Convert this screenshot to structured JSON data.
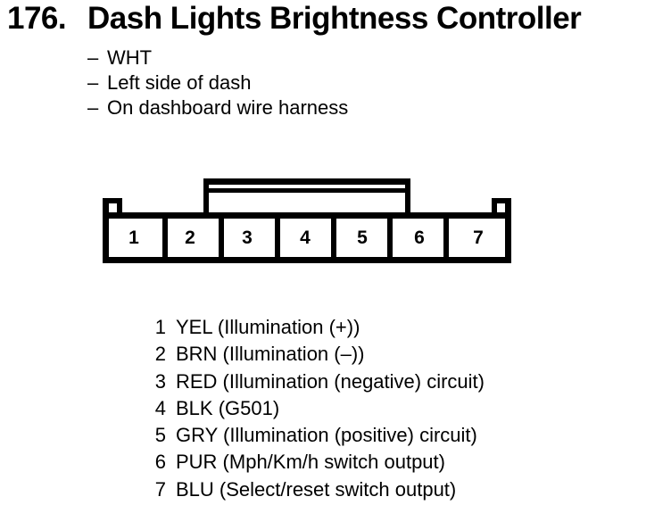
{
  "colors": {
    "ink": "#000000",
    "paper": "#ffffff"
  },
  "header": {
    "number": "176.",
    "title": "Dash Lights Brightness Controller"
  },
  "notes": [
    {
      "bullet": "–",
      "text": "WHT"
    },
    {
      "bullet": "–",
      "text": "Left side of dash"
    },
    {
      "bullet": "–",
      "text": "On dashboard wire harness"
    }
  ],
  "connector": {
    "description": "7-cavity connector, front view, latch on top",
    "pins": [
      "1",
      "2",
      "3",
      "4",
      "5",
      "6",
      "7"
    ]
  },
  "pin_legend": {
    "items": [
      {
        "number": "1",
        "label": "YEL (Illumination (+))"
      },
      {
        "number": "2",
        "label": "BRN (Illumination (–))"
      },
      {
        "number": "3",
        "label": "RED (Illumination (negative) circuit)"
      },
      {
        "number": "4",
        "label": "BLK (G501)"
      },
      {
        "number": "5",
        "label": "GRY (Illumination (positive) circuit)"
      },
      {
        "number": "6",
        "label": "PUR (Mph/Km/h switch output)"
      },
      {
        "number": "7",
        "label": "BLU (Select/reset switch output)"
      }
    ]
  }
}
